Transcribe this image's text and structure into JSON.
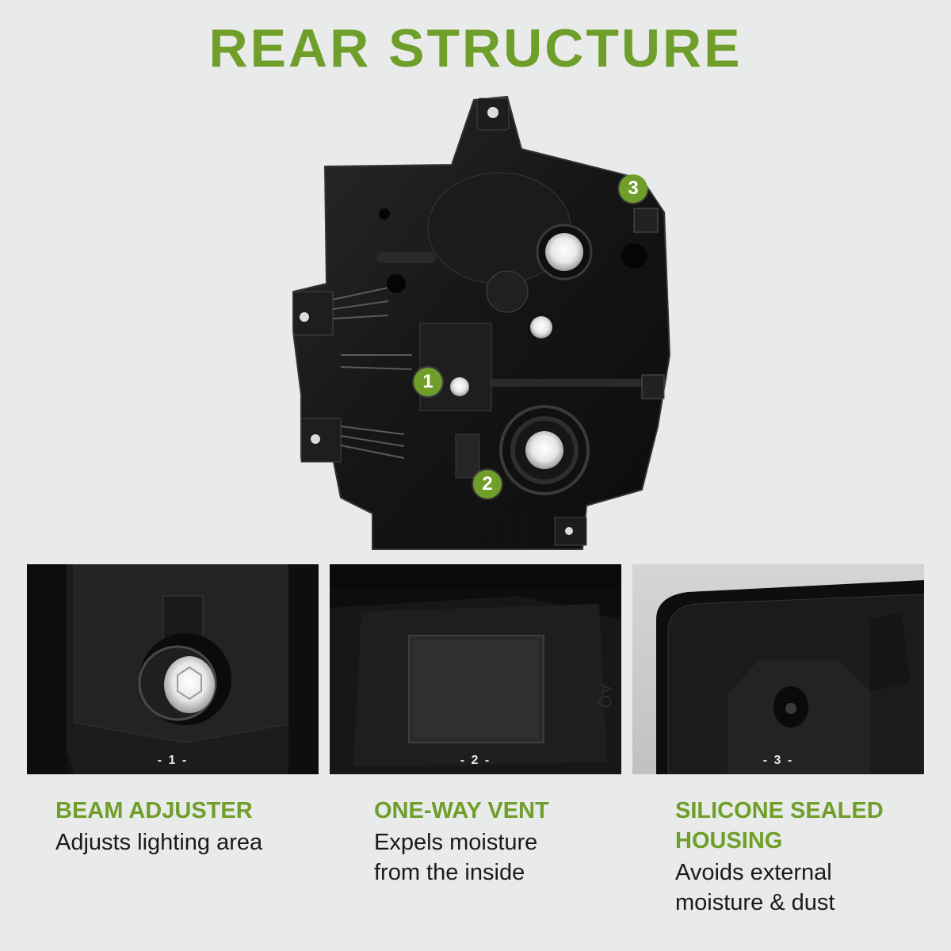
{
  "header": {
    "title": "REAR STRUCTURE"
  },
  "hero": {
    "markers": [
      "1",
      "2",
      "3"
    ]
  },
  "panels": [
    {
      "label": "- 1 -"
    },
    {
      "label": "- 2 -"
    },
    {
      "label": "- 3 -"
    }
  ],
  "features": [
    {
      "title": "BEAM ADJUSTER",
      "desc_lines": [
        "Adjusts lighting area"
      ]
    },
    {
      "title_lines": [
        "ONE-WAY VENT"
      ],
      "desc_lines": [
        "Expels moisture",
        "from the inside"
      ]
    },
    {
      "title_lines": [
        "SILICONE SEALED",
        "HOUSING"
      ],
      "desc_lines": [
        "Avoids external",
        "moisture & dust"
      ]
    }
  ],
  "colors": {
    "accent": "#6f9e2a",
    "background": "#e8ebe9",
    "housing": "#161616"
  }
}
